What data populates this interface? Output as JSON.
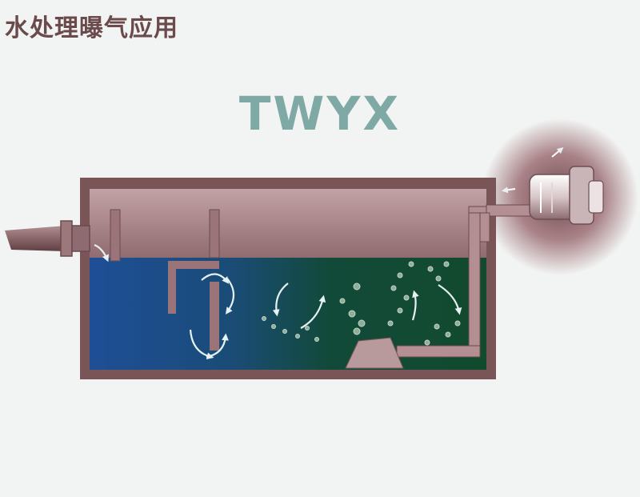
{
  "header": {
    "title": "水处理曝气应用"
  },
  "diagram": {
    "brand": "TWYX"
  },
  "colors": {
    "tank_wall": "#7a5558",
    "tank_air": "#a57f83",
    "water_blue": "#1e4e96",
    "water_green": "#124a2e",
    "arrow": "#e6f2f2",
    "brand": "#7fa9a4",
    "title": "#6b4a4c"
  },
  "icons": [
    "inlet-pipe",
    "air-blower",
    "diffuser-mound",
    "circulation-arrow",
    "air-bubble"
  ]
}
